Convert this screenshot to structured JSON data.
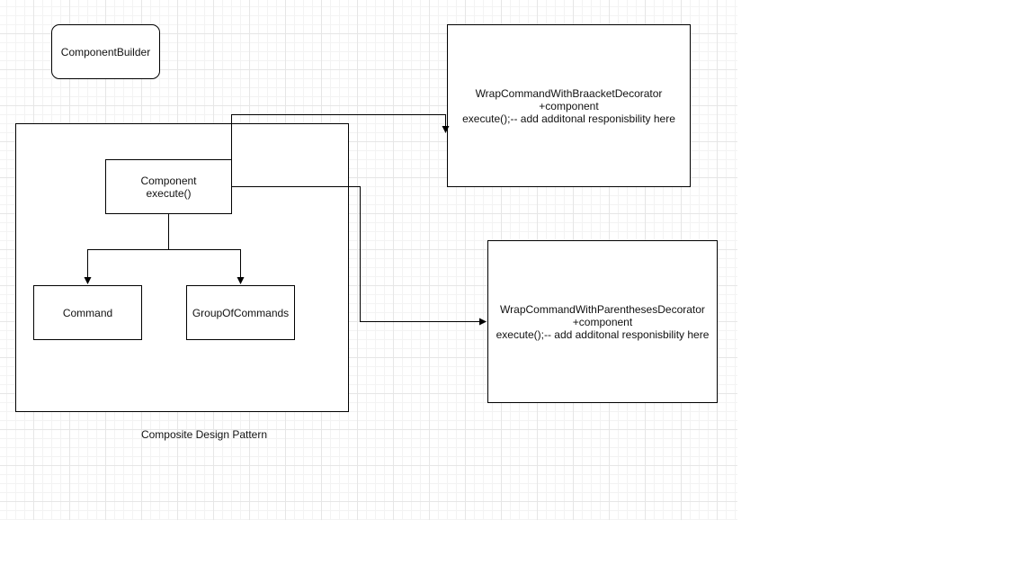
{
  "diagram": {
    "component_builder": {
      "label": "ComponentBuilder"
    },
    "component": {
      "name": "Component",
      "method": "execute()"
    },
    "command": {
      "label": "Command"
    },
    "group_of_commands": {
      "label": "GroupOfCommands"
    },
    "composite_caption": "Composite Design Pattern",
    "bracket_decorator": {
      "name": "WrapCommandWithBraacketDecorator",
      "field": "+component",
      "method": "execute();-- add additonal responisbility here"
    },
    "parentheses_decorator": {
      "name": "WrapCommandWithParenthesesDecorator",
      "field": "+component",
      "method": "execute();-- add additonal responisbility here"
    },
    "edges": [
      {
        "from": "component",
        "to": "command"
      },
      {
        "from": "component",
        "to": "group-of-commands"
      },
      {
        "from": "component",
        "to": "bracket-decorator"
      },
      {
        "from": "component",
        "to": "parentheses-decorator"
      }
    ]
  }
}
